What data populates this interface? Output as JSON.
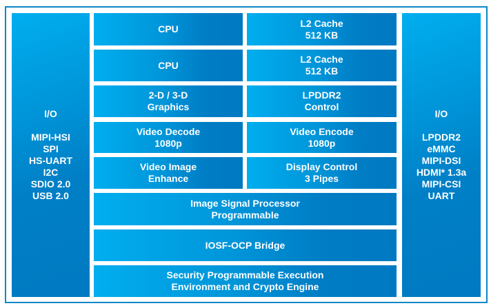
{
  "left_column": {
    "title": "I/O",
    "items": [
      "MIPI-HSI",
      "SPI",
      "HS-UART",
      "I2C",
      "SDIO 2.0",
      "USB 2.0"
    ]
  },
  "right_column": {
    "title": "I/O",
    "items": [
      "LPDDR2",
      "eMMC",
      "MIPI-DSI",
      "HDMI* 1.3a",
      "MIPI-CSI",
      "UART"
    ]
  },
  "blocks": {
    "cpu1": [
      "CPU"
    ],
    "l2_1": [
      "L2 Cache",
      "512 KB"
    ],
    "cpu2": [
      "CPU"
    ],
    "l2_2": [
      "L2 Cache",
      "512 KB"
    ],
    "graphics": [
      "2-D / 3-D",
      "Graphics"
    ],
    "lpddr2": [
      "LPDDR2",
      "Control"
    ],
    "vdec": [
      "Video Decode",
      "1080p"
    ],
    "venc": [
      "Video Encode",
      "1080p"
    ],
    "vimg": [
      "Video Image",
      "Enhance"
    ],
    "display": [
      "Display Control",
      "3 Pipes"
    ],
    "isp": [
      "Image Signal Processor",
      "Programmable"
    ],
    "iosf": [
      "IOSF-OCP Bridge"
    ],
    "security": [
      "Security Programmable Execution",
      "Environment and Crypto Engine"
    ]
  },
  "colors": {
    "light": "#00aeef",
    "dark": "#0079c1",
    "frame": "#0a86c8"
  }
}
